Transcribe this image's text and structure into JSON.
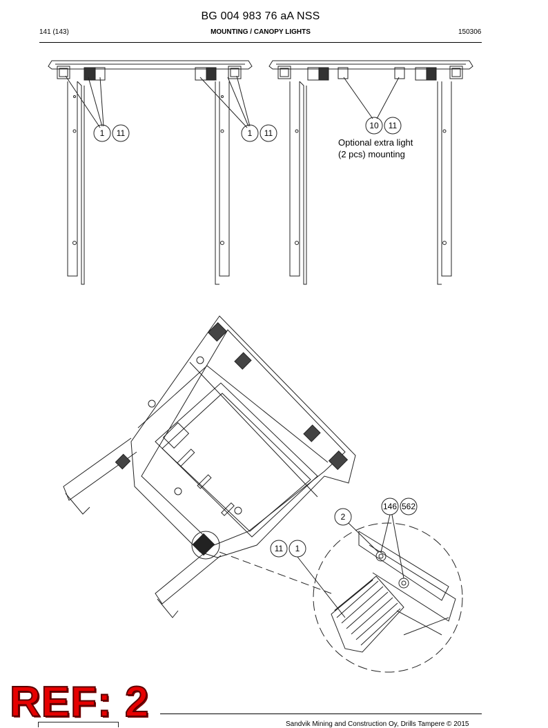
{
  "header": {
    "doc_number": "BG 004 983 76 aA NSS",
    "page": "141 (143)",
    "section": "MOUNTING / CANOPY LIGHTS",
    "date_code": "150306"
  },
  "callouts": {
    "left_a": "1",
    "left_b": "11",
    "mid_a": "1",
    "mid_b": "11",
    "opt_a": "10",
    "opt_b": "11",
    "bottom_a": "11",
    "bottom_b": "1",
    "detail_2": "2",
    "detail_146": "146",
    "detail_562": "562"
  },
  "optional_note": {
    "line1": "Optional extra light",
    "line2": "(2 pcs) mounting"
  },
  "stamp": "REF: 2",
  "footer": {
    "copyright": "Sandvik Mining and Construction Oy, Drills Tampere © 2015"
  }
}
